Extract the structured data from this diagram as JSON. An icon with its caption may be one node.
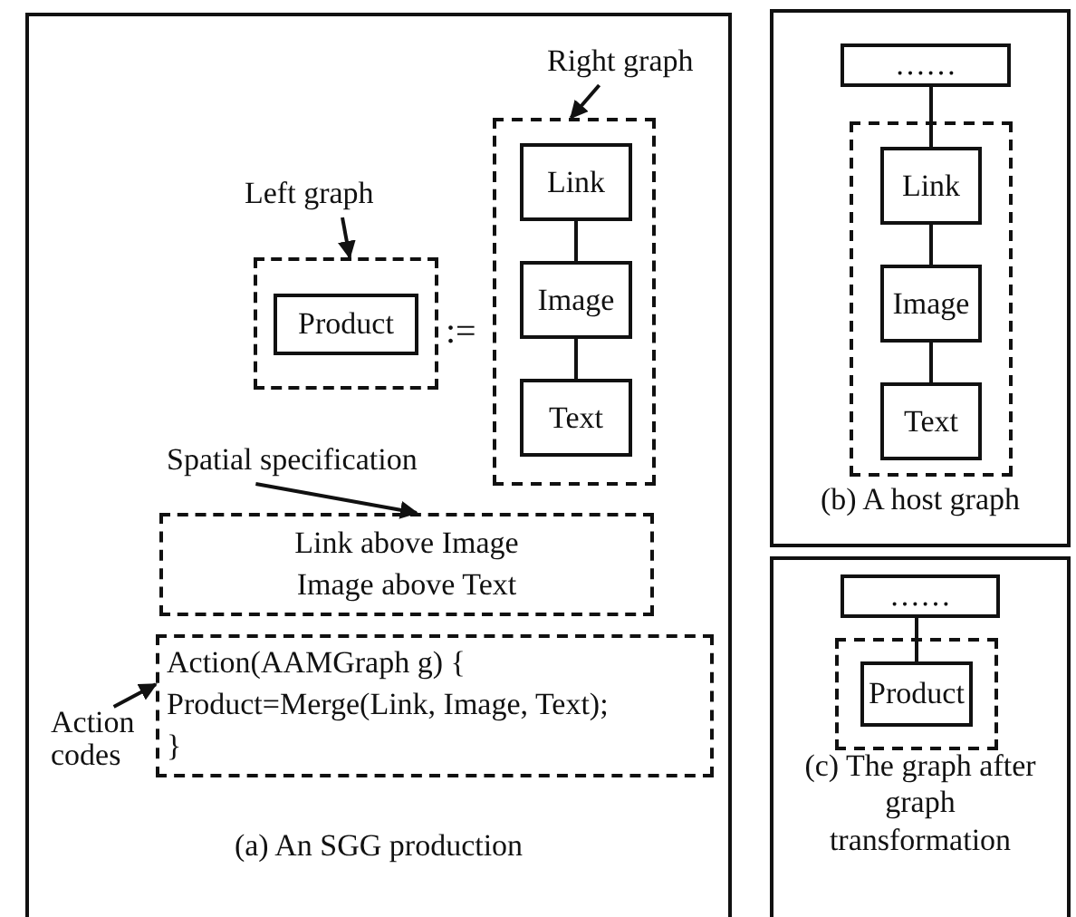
{
  "diagram": {
    "nodes": [
      {
        "text": [
          "(a) An SGG production"
        ]
      },
      {
        "text": [
          "Left graph"
        ],
        "in": 0
      },
      {
        "text": [],
        "shape": "box",
        "in": 0
      },
      {
        "text": [
          "Product"
        ],
        "in": 2
      },
      {
        "text": [
          "Right graph"
        ],
        "in": 0
      },
      {
        "text": [],
        "shape": "box",
        "in": 0
      },
      {
        "text": [
          "Link"
        ],
        "in": 5
      },
      {
        "text": [
          "Image"
        ],
        "in": 5
      },
      {
        "text": [
          "Text"
        ],
        "in": 5
      },
      {
        "text": [
          "Spatial specification"
        ],
        "in": 0
      },
      {
        "text": [
          "Link above Image",
          "Image above Text"
        ],
        "in": 0
      },
      {
        "text": [
          "Action codes"
        ],
        "in": 0
      },
      {
        "text": [
          "Action(AAMGraph g) {",
          "Product=Merge(Link, Image, Text);",
          "}"
        ],
        "in": 0
      },
      {
        "text": [
          "(b) A host graph"
        ]
      },
      {
        "text": [
          "……"
        ],
        "in": 13
      },
      {
        "text": [],
        "shape": "box",
        "in": 13
      },
      {
        "text": [
          "Link"
        ],
        "in": 15
      },
      {
        "text": [
          "Image"
        ],
        "in": 15
      },
      {
        "text": [
          "Text"
        ],
        "in": 15
      },
      {
        "text": [
          "(c) The graph after graph transformation"
        ]
      },
      {
        "text": [
          "……"
        ],
        "in": 19
      },
      {
        "text": [],
        "shape": "box",
        "in": 19
      },
      {
        "text": [
          "Product"
        ],
        "in": 21
      }
    ],
    "edges": [
      {
        "from": 1,
        "to": 2,
        "arrow": "to"
      },
      {
        "from": 4,
        "to": 5,
        "arrow": "to"
      },
      {
        "from": 6,
        "to": 7,
        "arrow": "none"
      },
      {
        "from": 7,
        "to": 8,
        "arrow": "none"
      },
      {
        "from": 9,
        "to": 10,
        "arrow": "to"
      },
      {
        "from": 11,
        "to": 12,
        "arrow": "to"
      },
      {
        "from": 14,
        "to": 16,
        "arrow": "none"
      },
      {
        "from": 16,
        "to": 17,
        "arrow": "none"
      },
      {
        "from": 17,
        "to": 18,
        "arrow": "none"
      },
      {
        "from": 20,
        "to": 22,
        "arrow": "none"
      }
    ],
    "labels": [
      ":="
    ]
  }
}
